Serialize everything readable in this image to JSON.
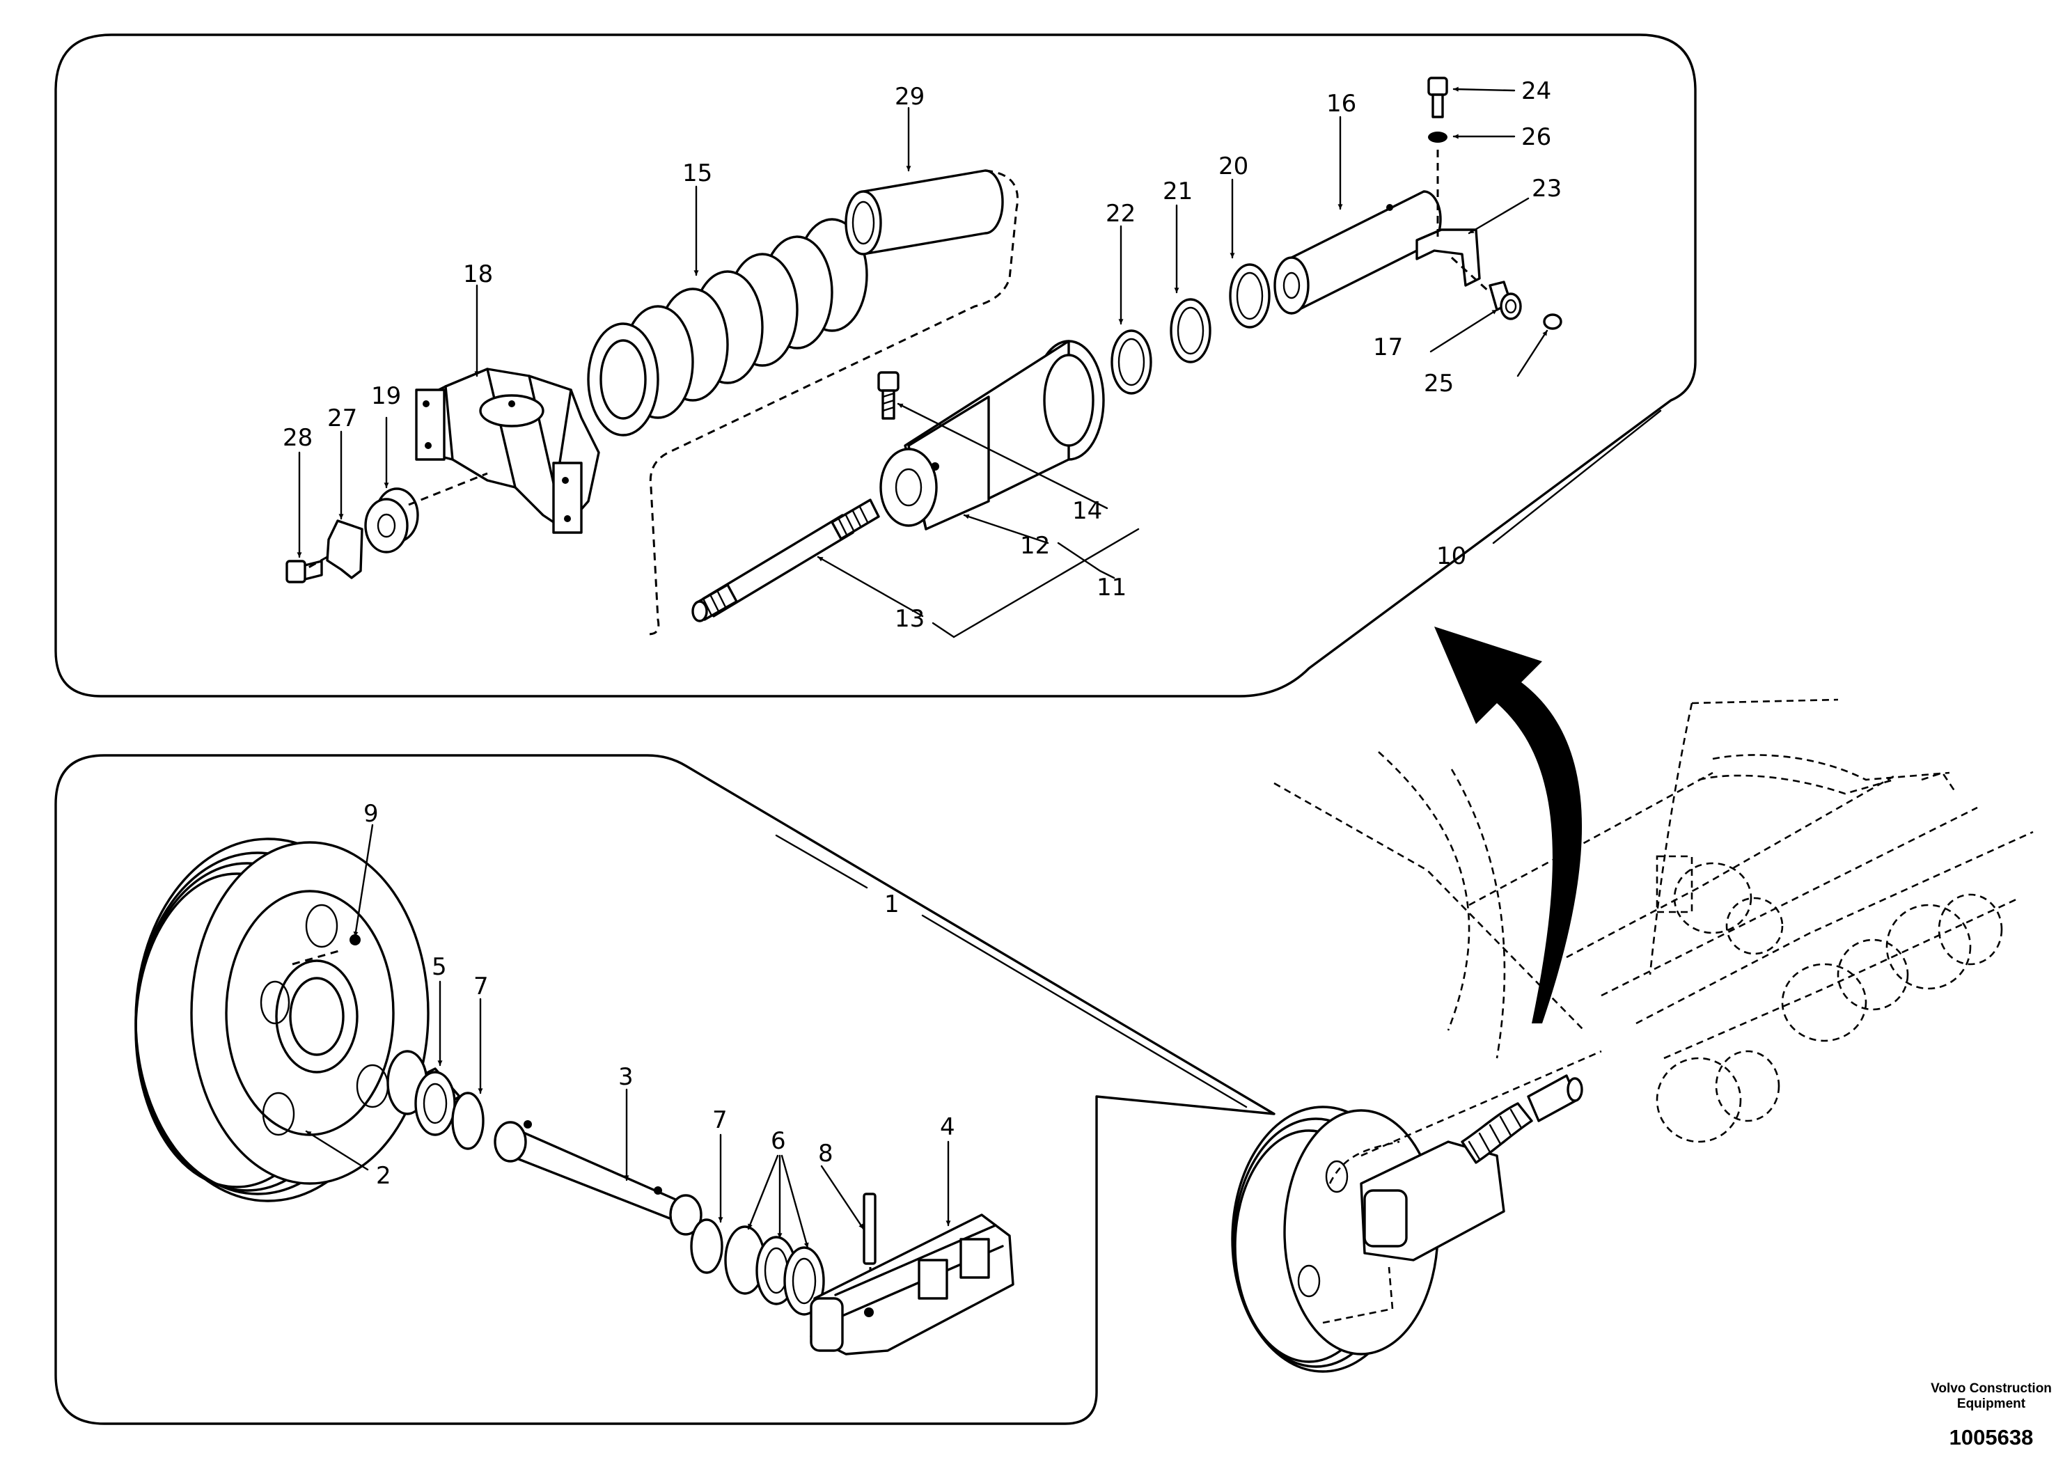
{
  "callouts": {
    "c1": "1",
    "c2": "2",
    "c3": "3",
    "c4": "4",
    "c5": "5",
    "c6": "6",
    "c7a": "7",
    "c7b": "7",
    "c8": "8",
    "c9": "9",
    "c10": "10",
    "c11": "11",
    "c12": "12",
    "c13": "13",
    "c14": "14",
    "c15": "15",
    "c16": "16",
    "c17": "17",
    "c18": "18",
    "c19": "19",
    "c20": "20",
    "c21": "21",
    "c22": "22",
    "c23": "23",
    "c24": "24",
    "c25": "25",
    "c26": "26",
    "c27": "27",
    "c28": "28",
    "c29": "29"
  },
  "footer": {
    "brand_line1": "Volvo Construction",
    "brand_line2": "Equipment",
    "doc_number": "1005638"
  }
}
